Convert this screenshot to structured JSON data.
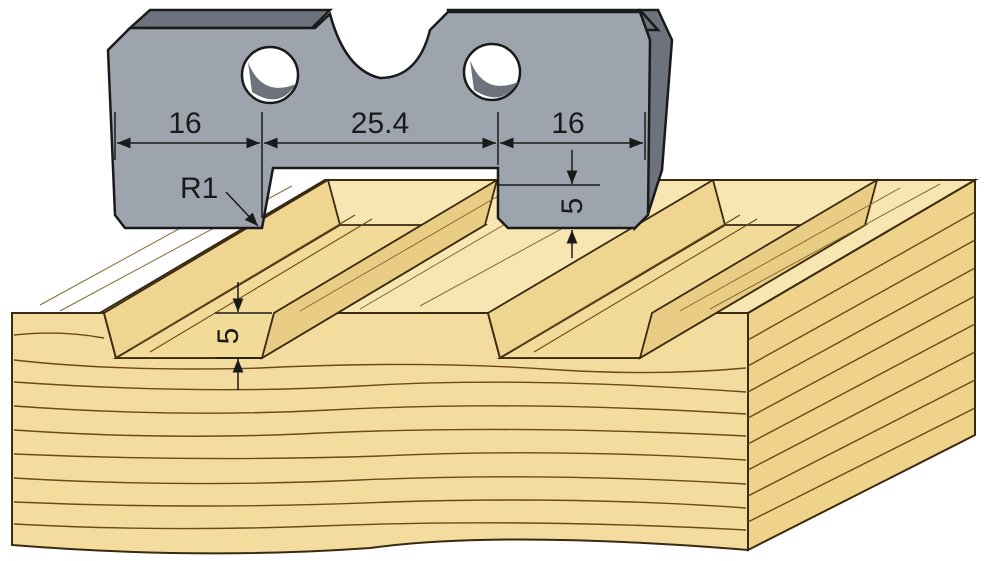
{
  "colors": {
    "knife_fill": "#9ea4ad",
    "knife_dark": "#6d737c",
    "knife_outline": "#1a1a1a",
    "wood_front": "#f4dc9e",
    "wood_top": "#f7e6b2",
    "wood_side": "#f0d38a",
    "grain": "#6b4a1a",
    "dimension_line": "#1a1a1a"
  },
  "dimensions": {
    "left_width": "16",
    "center_width": "25.4",
    "right_width": "16",
    "radius": "R1",
    "knife_depth": "5",
    "groove_depth": "5"
  }
}
